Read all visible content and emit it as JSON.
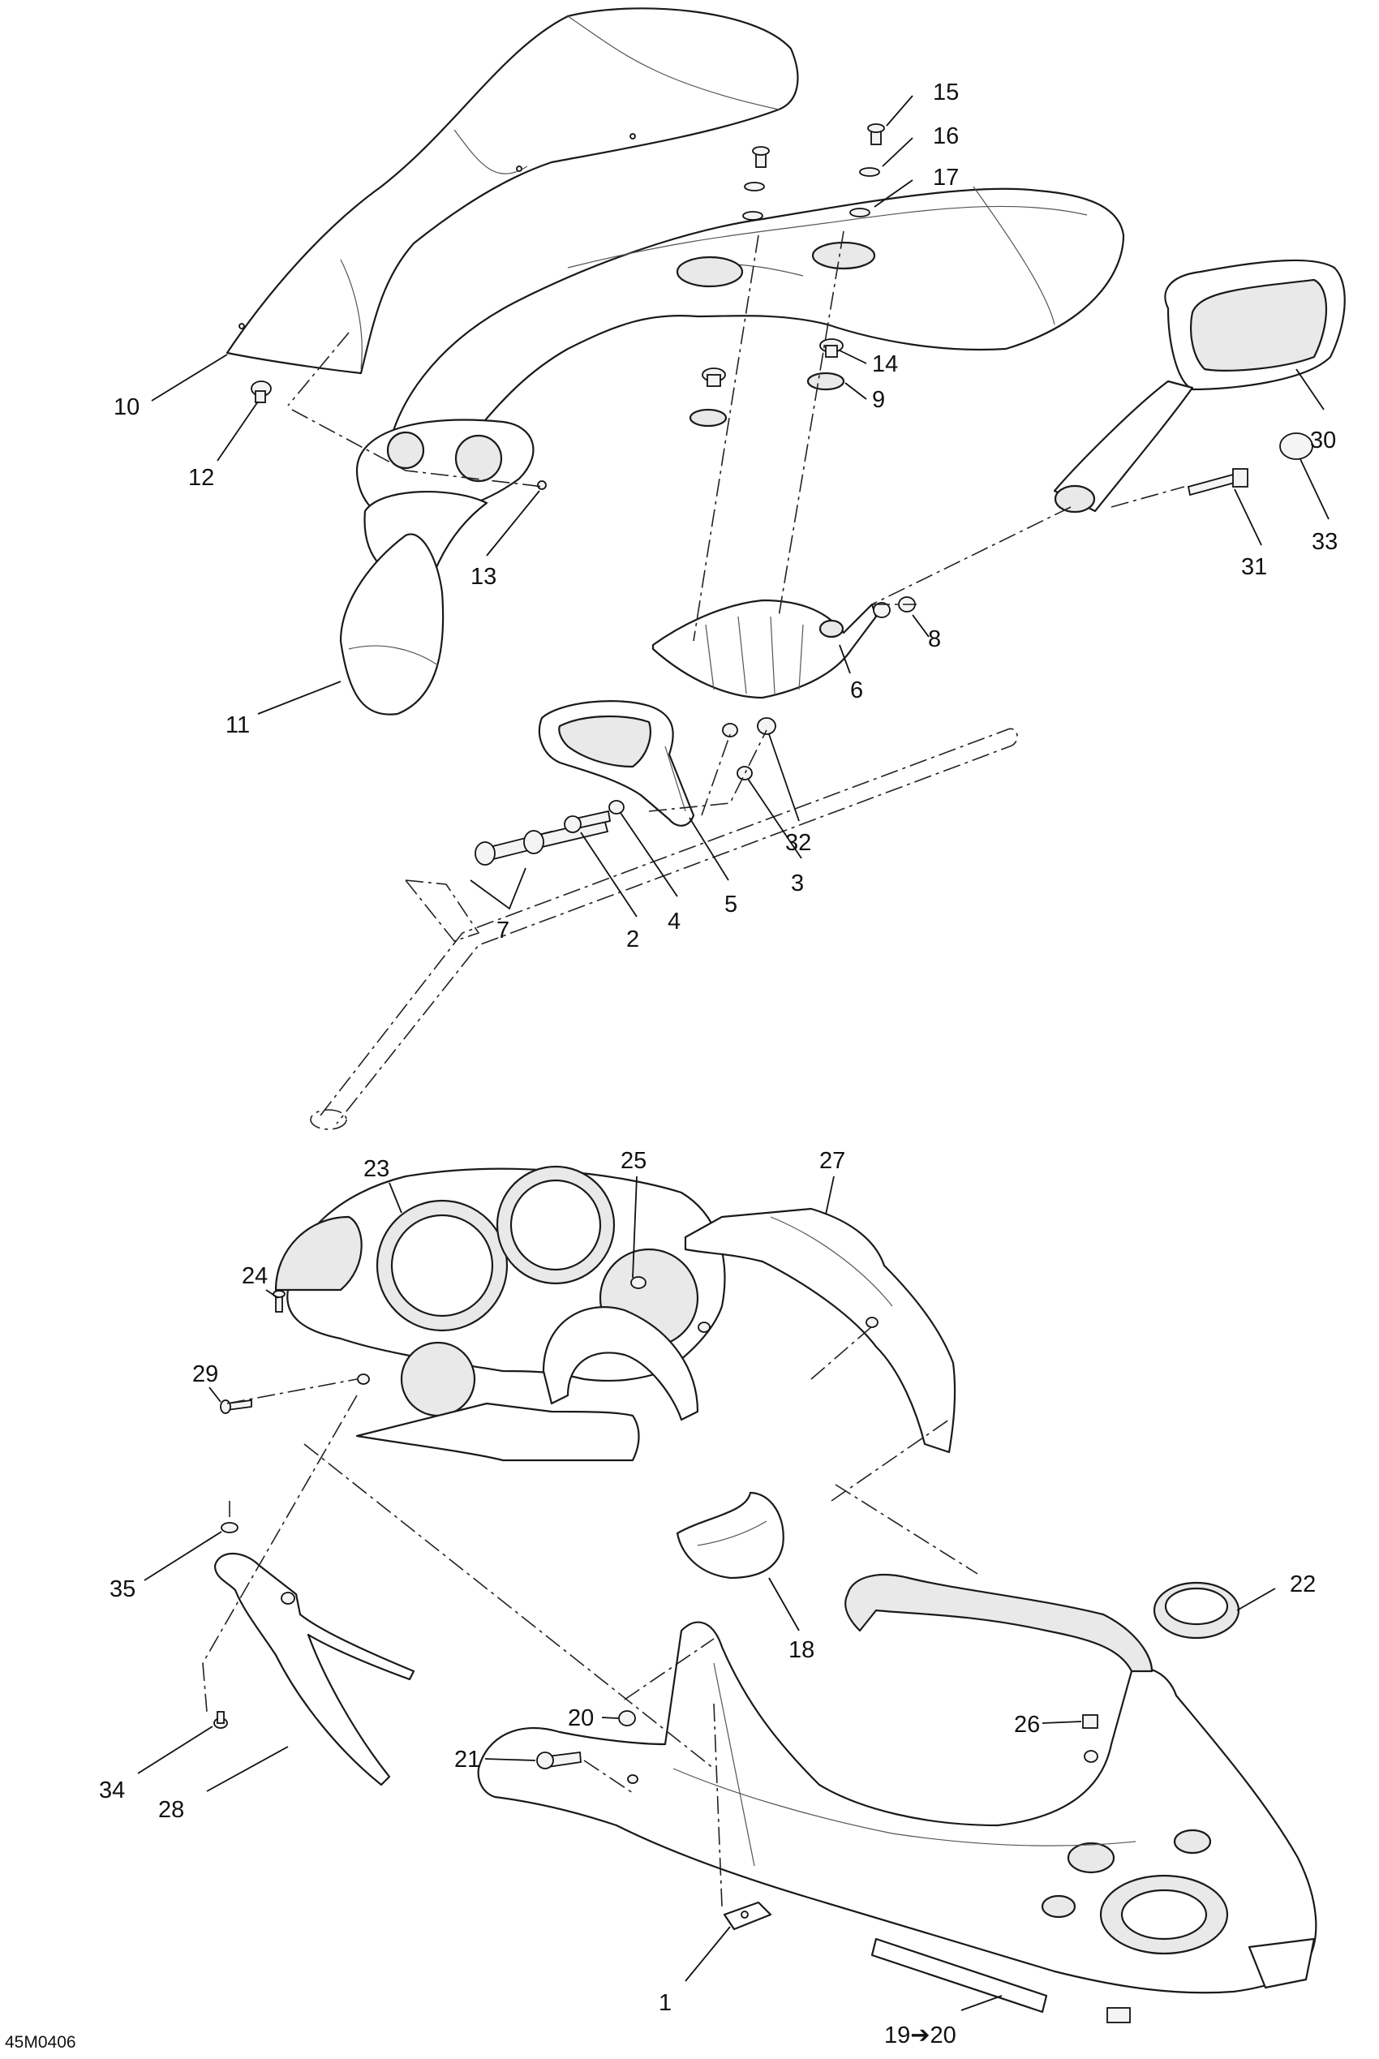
{
  "diagram_code": "45M0406",
  "colors": {
    "line": "#1a1a1a",
    "background": "#ffffff"
  },
  "callouts": {
    "c1": "1",
    "c2": "2",
    "c3": "3",
    "c4": "4",
    "c5": "5",
    "c6": "6",
    "c7": "7",
    "c8": "8",
    "c9": "9",
    "c10": "10",
    "c11": "11",
    "c12": "12",
    "c13": "13",
    "c14": "14",
    "c15": "15",
    "c16": "16",
    "c17": "17",
    "c18": "18",
    "c19_20": "19➔20",
    "c20": "20",
    "c21": "21",
    "c22": "22",
    "c23": "23",
    "c24": "24",
    "c25": "25",
    "c26": "26",
    "c27": "27",
    "c28": "28",
    "c29": "29",
    "c30": "30",
    "c31": "31",
    "c32": "32",
    "c33": "33",
    "c34": "34",
    "c35": "35"
  }
}
